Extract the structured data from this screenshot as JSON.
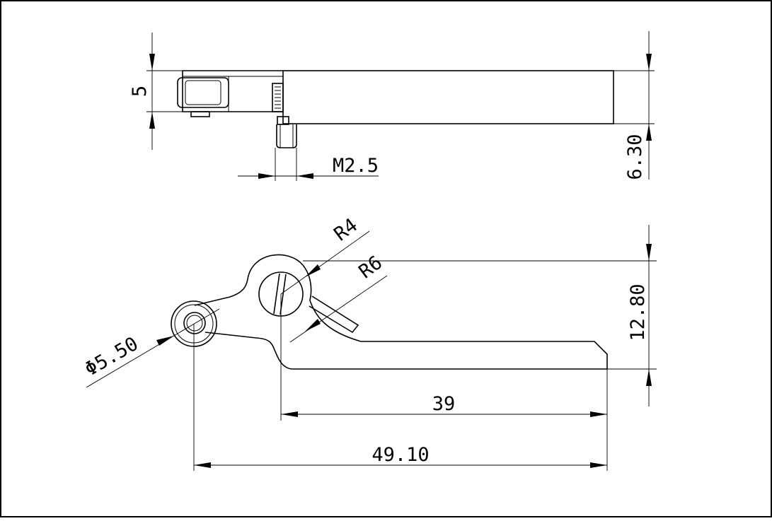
{
  "colors": {
    "line": "#000000",
    "background": "#ffffff"
  },
  "top_view": {
    "dims": {
      "height": "5",
      "thread": "M2.5",
      "overall_thickness": "6.30"
    }
  },
  "side_view": {
    "dims": {
      "pivot_radius": "R4",
      "outer_radius": "R6",
      "roller_diameter": "Φ5.50",
      "height": "12.80",
      "arm_length": "39",
      "overall_length": "49.10"
    }
  }
}
